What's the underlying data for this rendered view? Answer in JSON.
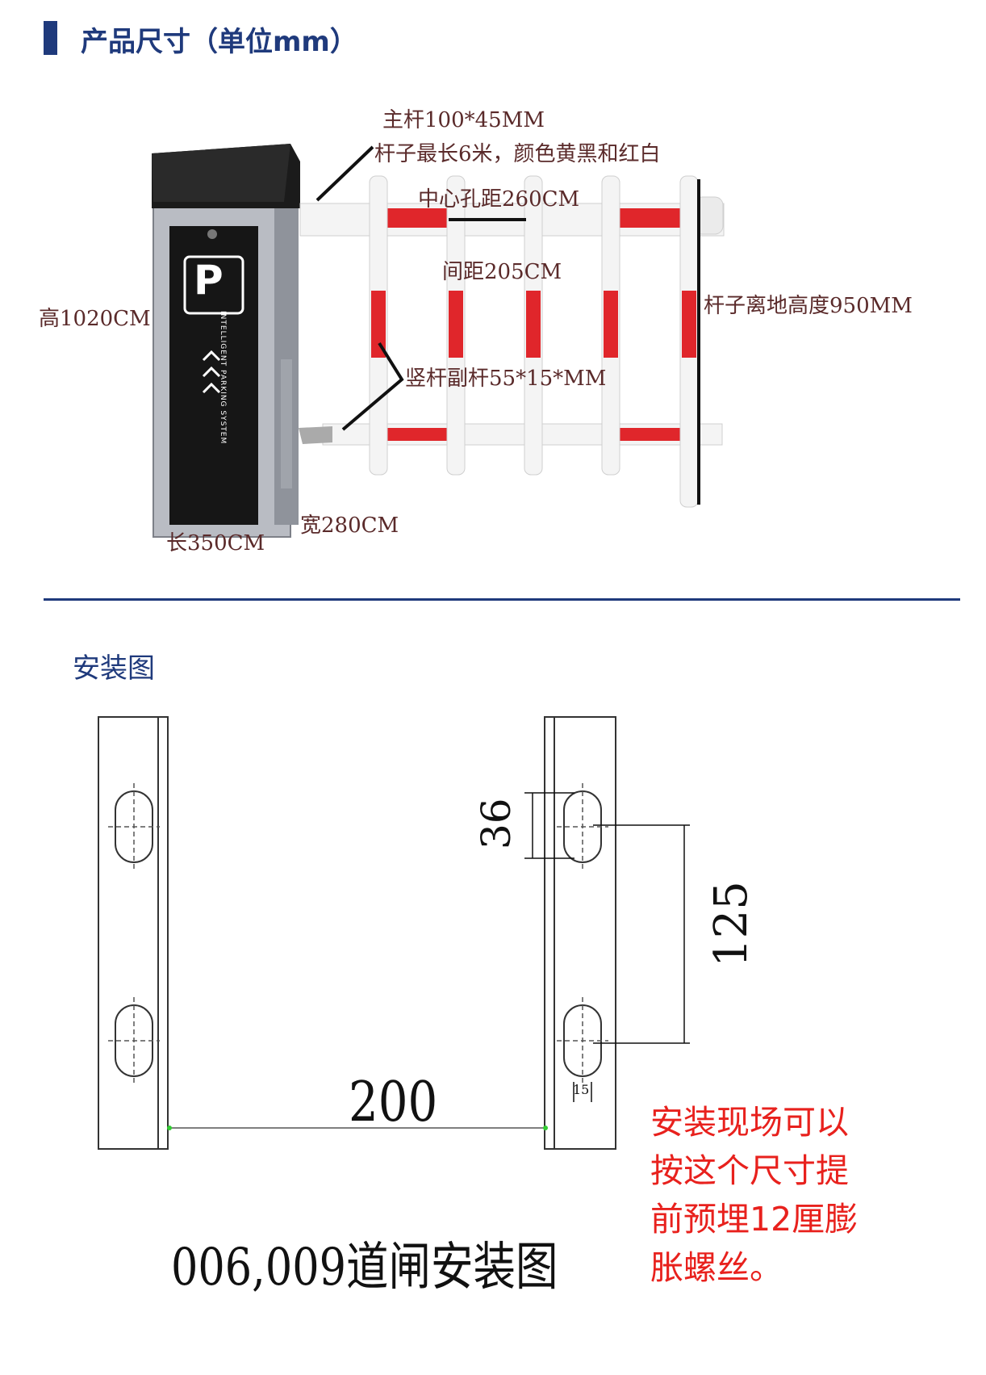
{
  "header": {
    "title": "产品尺寸（单位mm）"
  },
  "barrier": {
    "annotations": {
      "main_pole": "主杆100*45MM",
      "pole_length_color": "杆子最长6米，颜色黄黑和红白",
      "center_hole_distance": "中心孔距260CM",
      "spacing": "间距205CM",
      "pole_ground_height": "杆子离地高度950MM",
      "height": "高1020CM",
      "vertical_pole": "竖杆副杆55*15*MM",
      "width": "宽280CM",
      "length": "长350CM"
    },
    "cabinet_text": "INTELLIGENT PARKING SYSTEM",
    "parking_sign": "P",
    "colors": {
      "stripe_red": "#e0262b",
      "pole_white": "#f4f4f4",
      "cabinet_black": "#1b1b1b",
      "cabinet_grey": "#b9bcc3"
    }
  },
  "install": {
    "section_label": "安装图",
    "dimensions": {
      "hole_length": "36",
      "hole_spacing": "125",
      "slot_width": "15",
      "base_spacing": "200"
    },
    "caption": "006,009道闸安装图",
    "note_lines": [
      "安装现场可以",
      "按这个尺寸提",
      "前预埋12厘膨",
      "胀螺丝。"
    ]
  },
  "colors": {
    "accent": "#1f3a7c",
    "note_red": "#e8211d"
  }
}
